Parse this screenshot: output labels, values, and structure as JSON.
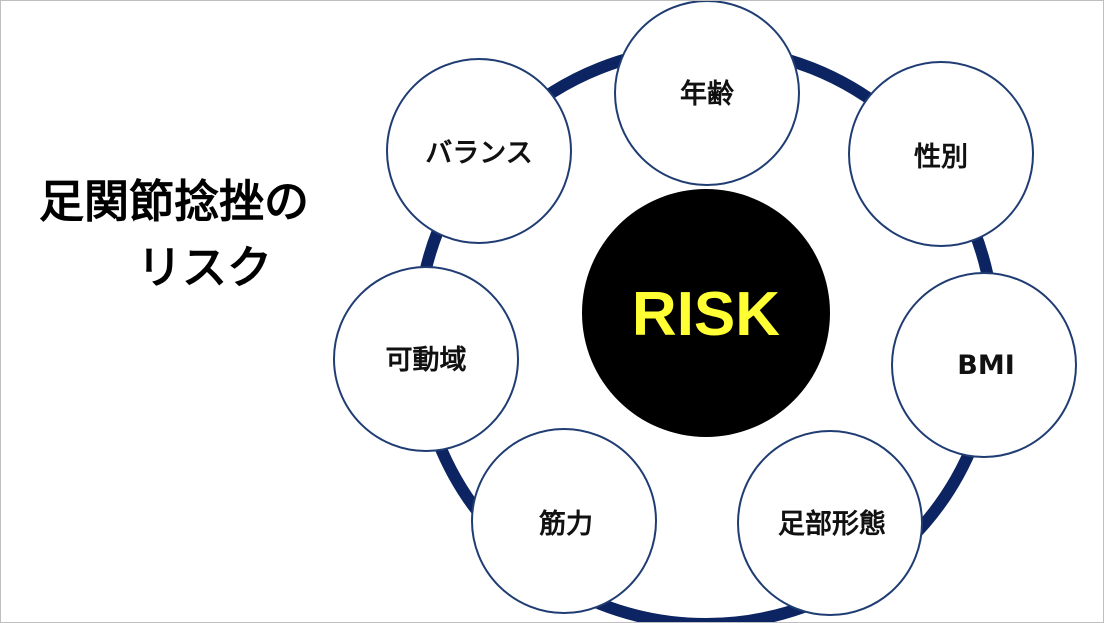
{
  "heading": {
    "line1": "足関節捻挫の",
    "line2": "リスク"
  },
  "center": {
    "label": "RISK"
  },
  "factors": [
    {
      "id": "age",
      "label": "年齢"
    },
    {
      "id": "sex",
      "label": "性別"
    },
    {
      "id": "bmi",
      "label": "BMI"
    },
    {
      "id": "foot-morphology",
      "label": "足部形態"
    },
    {
      "id": "muscle-strength",
      "label": "筋力"
    },
    {
      "id": "range-of-motion",
      "label": "可動域"
    },
    {
      "id": "balance",
      "label": "バランス"
    }
  ],
  "colors": {
    "ring": "#0c2461",
    "circle_border": "#1f3c73",
    "circle_fill": "#ffffff",
    "center_fill": "#000000",
    "center_text": "#ffff33",
    "text": "#111111"
  }
}
